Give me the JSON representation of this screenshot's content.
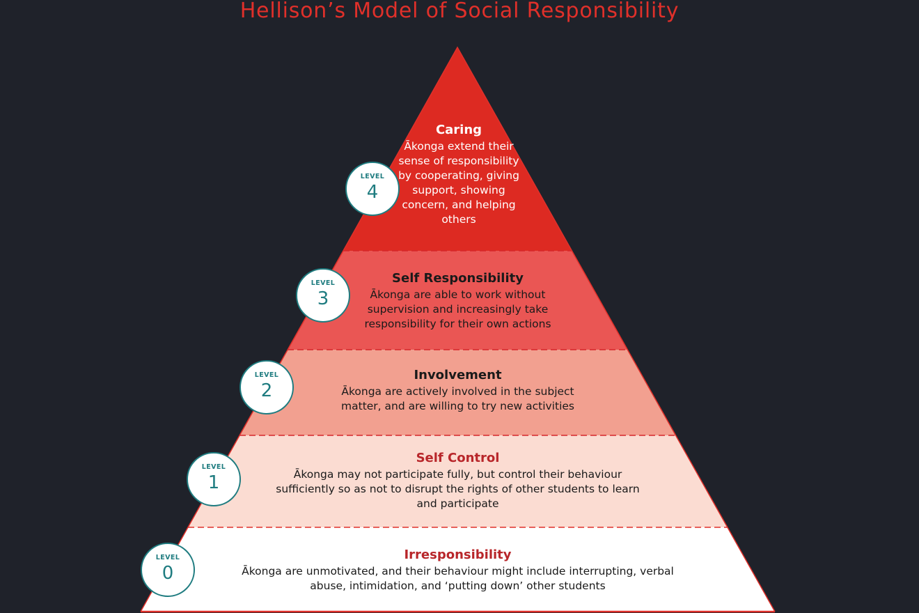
{
  "title": "Hellison’s Model of Social Responsibility",
  "colors": {
    "background": "#1f222a",
    "title": "#e0302a",
    "level4_fill": "#dd2a22",
    "level3_fill": "#ea5654",
    "level2_fill": "#f2a090",
    "level1_fill": "#fbdcd2",
    "level0_fill": "#ffffff",
    "badge_teal": "#1f7c80",
    "divider": "#e0302a"
  },
  "badge_label": "LEVEL",
  "levels": [
    {
      "level": "4",
      "title": "Caring",
      "description": "Ākonga extend their sense of responsibility by cooperating, giving support, showing concern, and helping others"
    },
    {
      "level": "3",
      "title": "Self Responsibility",
      "description": "Ākonga are able to work without supervision and increasingly take responsibility for their own actions"
    },
    {
      "level": "2",
      "title": "Involvement",
      "description": "Ākonga are actively involved in the subject matter, and are willing to try new activities"
    },
    {
      "level": "1",
      "title": "Self Control",
      "description": "Ākonga may not participate fully, but control their behaviour sufficiently so as not to disrupt the rights of other students to learn and participate"
    },
    {
      "level": "0",
      "title": "Irresponsibility",
      "description": "Ākonga are unmotivated, and their behaviour might include interrupting, verbal abuse, intimidation, and ‘putting down’ other students"
    }
  ]
}
